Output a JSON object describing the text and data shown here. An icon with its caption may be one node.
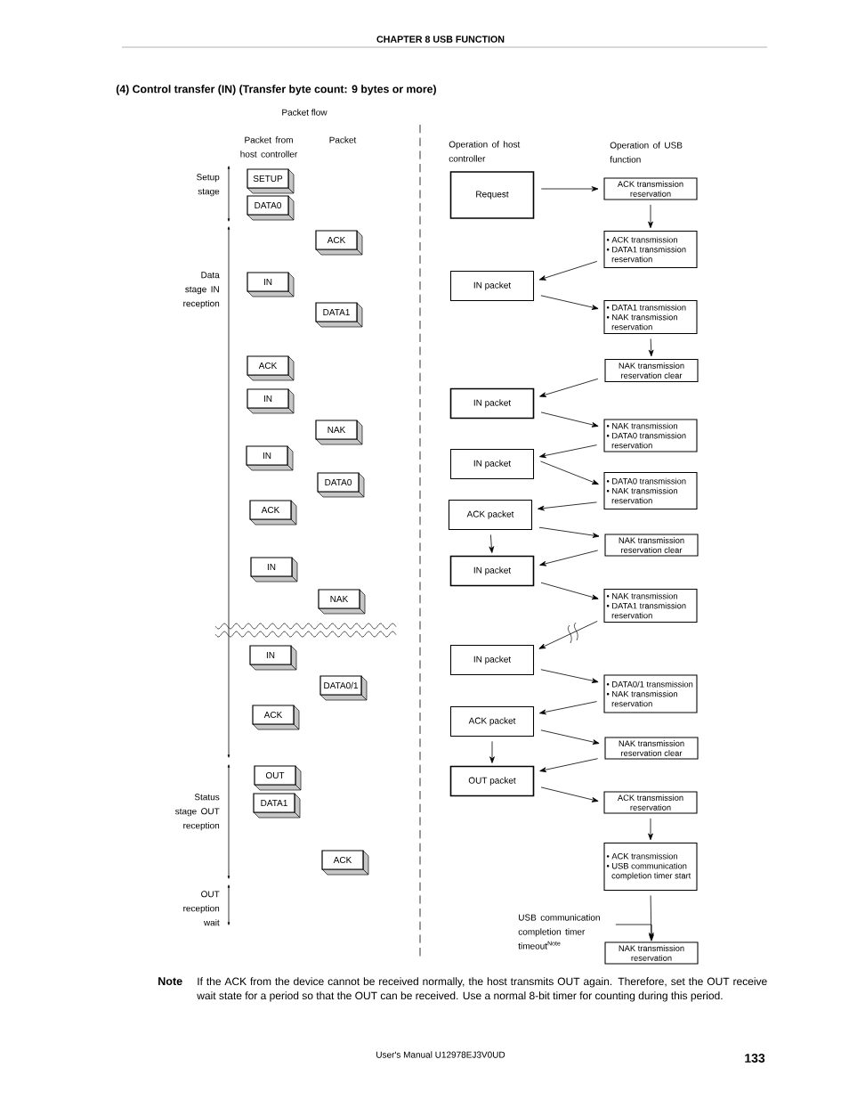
{
  "diagram": {
    "title": "(4) Control transfer (IN) (Transfer byte count: 9 bytes or more)",
    "nodes": [
      {
        "text": [
          "SETUP"
        ]
      },
      {
        "text": [
          "DATA0"
        ]
      },
      {
        "text": [
          "ACK"
        ]
      },
      {
        "text": [
          "IN"
        ]
      },
      {
        "text": [
          "DATA1"
        ]
      },
      {
        "text": [
          "ACK"
        ]
      },
      {
        "text": [
          "IN"
        ]
      },
      {
        "text": [
          "NAK"
        ]
      },
      {
        "text": [
          "IN"
        ]
      },
      {
        "text": [
          "DATA0"
        ]
      },
      {
        "text": [
          "ACK"
        ]
      },
      {
        "text": [
          "IN"
        ]
      },
      {
        "text": [
          "NAK"
        ]
      },
      {
        "text": [
          "IN"
        ]
      },
      {
        "text": [
          "DATA0/1"
        ]
      },
      {
        "text": [
          "ACK"
        ]
      },
      {
        "text": [
          "OUT"
        ]
      },
      {
        "text": [
          "DATA1"
        ]
      },
      {
        "text": [
          "ACK"
        ]
      },
      {
        "text": [
          "Request"
        ]
      },
      {
        "text": [
          "IN packet"
        ]
      },
      {
        "text": [
          "IN packet"
        ]
      },
      {
        "text": [
          "IN packet"
        ]
      },
      {
        "text": [
          "ACK packet"
        ]
      },
      {
        "text": [
          "IN packet"
        ]
      },
      {
        "text": [
          "IN packet"
        ]
      },
      {
        "text": [
          "ACK packet"
        ]
      },
      {
        "text": [
          "OUT packet"
        ]
      },
      {
        "text": [
          "ACK transmission reservation"
        ]
      },
      {
        "text": [
          "• ACK transmission",
          "• DATA1 transmission reservation"
        ]
      },
      {
        "text": [
          "• DATA1 transmission",
          "• NAK transmission reservation"
        ]
      },
      {
        "text": [
          "NAK transmission reservation clear"
        ]
      },
      {
        "text": [
          "• NAK transmission",
          "• DATA0 transmission reservation"
        ]
      },
      {
        "text": [
          "• DATA0 transmission",
          "• NAK transmission reservation"
        ]
      },
      {
        "text": [
          "NAK transmission reservation clear"
        ]
      },
      {
        "text": [
          "• NAK transmission",
          "• DATA1 transmission reservation"
        ]
      },
      {
        "text": [
          "• DATA0/1 transmission",
          "• NAK transmission reservation"
        ]
      },
      {
        "text": [
          "NAK transmission reservation clear"
        ]
      },
      {
        "text": [
          "ACK transmission reservation"
        ]
      },
      {
        "text": [
          "• ACK transmission",
          "• USB communication completion timer start"
        ]
      },
      {
        "text": [
          "NAK transmission reservation"
        ]
      },
      {
        "text": [
          "USB communication completion timer timeout$^{Note}$"
        ]
      }
    ],
    "edges": [
      {
        "from": 19,
        "to": 28,
        "arrow": "to"
      },
      {
        "from": 28,
        "to": 29,
        "arrow": "to"
      },
      {
        "from": 29,
        "to": 20,
        "arrow": "to"
      },
      {
        "from": 20,
        "to": 30,
        "arrow": "to"
      },
      {
        "from": 30,
        "to": 31,
        "arrow": "to"
      },
      {
        "from": 31,
        "to": 21,
        "arrow": "to"
      },
      {
        "from": 21,
        "to": 32,
        "arrow": "to"
      },
      {
        "from": 32,
        "to": 22,
        "arrow": "to"
      },
      {
        "from": 22,
        "to": 33,
        "arrow": "to"
      },
      {
        "from": 33,
        "to": 23,
        "arrow": "to"
      },
      {
        "from": 23,
        "to": 34,
        "arrow": "to"
      },
      {
        "from": 23,
        "to": 24,
        "arrow": "to"
      },
      {
        "from": 34,
        "to": 24,
        "arrow": "to"
      },
      {
        "from": 24,
        "to": 35,
        "arrow": "to"
      },
      {
        "from": 35,
        "to": 25,
        "arrow": "to"
      },
      {
        "from": 25,
        "to": 36,
        "arrow": "to"
      },
      {
        "from": 36,
        "to": 26,
        "arrow": "to"
      },
      {
        "from": 26,
        "to": 37,
        "arrow": "to"
      },
      {
        "from": 26,
        "to": 27,
        "arrow": "to"
      },
      {
        "from": 37,
        "to": 27,
        "arrow": "to"
      },
      {
        "from": 27,
        "to": 38,
        "arrow": "to"
      },
      {
        "from": 38,
        "to": 39,
        "arrow": "to"
      },
      {
        "from": 39,
        "to": 40,
        "arrow": "to"
      },
      {
        "from": 41,
        "to": 40,
        "arrow": "to"
      }
    ],
    "labels": [
      "CHAPTER 8 USB FUNCTION",
      "Packet flow",
      "Packet from host controller",
      "Packet",
      "Operation of host controller",
      "Operation of USB function",
      "Setup stage",
      "Data stage IN reception",
      "Status stage OUT reception",
      "OUT reception wait",
      "Note",
      "If the ACK from the device cannot be received normally, the host transmits OUT again. Therefore, set the OUT receive wait state for a period so that the OUT can be received. Use a normal 8-bit timer for counting during this period.",
      "User's Manual U12978EJ3V0UD",
      "133"
    ]
  }
}
